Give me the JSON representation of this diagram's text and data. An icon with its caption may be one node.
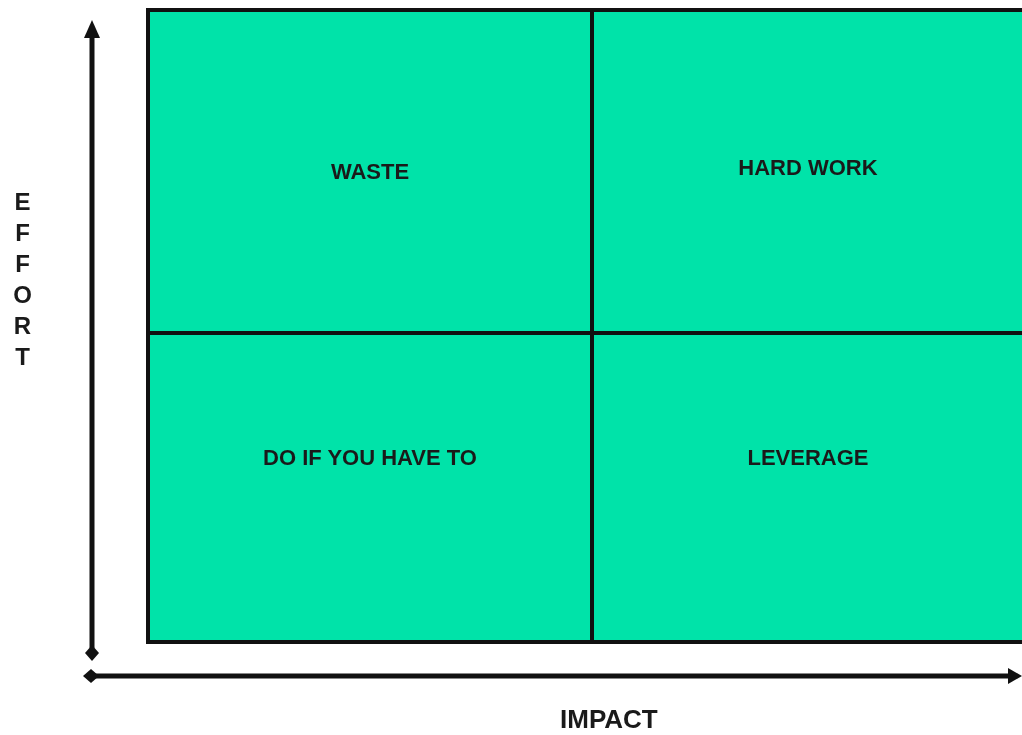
{
  "diagram": {
    "nodes": [
      {
        "text": [
          "WASTE"
        ]
      },
      {
        "text": [
          "HARD WORK"
        ]
      },
      {
        "text": [
          "DO IF YOU HAVE TO"
        ]
      },
      {
        "text": [
          "LEVERAGE"
        ]
      }
    ],
    "labels": [
      "EFFORT",
      "IMPACT"
    ]
  }
}
